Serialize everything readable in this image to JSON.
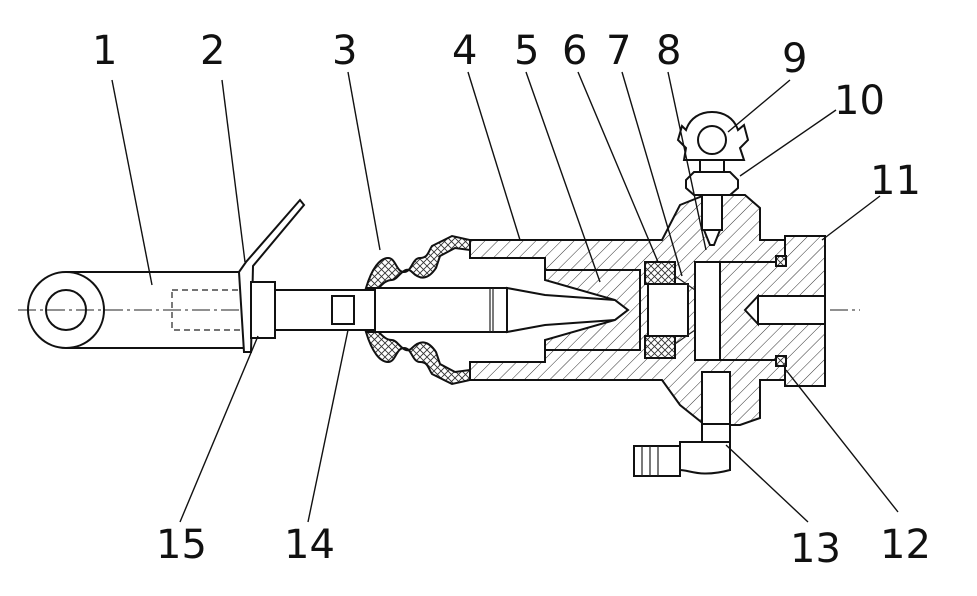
{
  "labels": [
    {
      "id": "1",
      "text": "1"
    },
    {
      "id": "2",
      "text": "2"
    },
    {
      "id": "3",
      "text": "3"
    },
    {
      "id": "4",
      "text": "4"
    },
    {
      "id": "5",
      "text": "5"
    },
    {
      "id": "6",
      "text": "6"
    },
    {
      "id": "7",
      "text": "7"
    },
    {
      "id": "8",
      "text": "8"
    },
    {
      "id": "9",
      "text": "9"
    },
    {
      "id": "10",
      "text": "10"
    },
    {
      "id": "11",
      "text": "11"
    },
    {
      "id": "12",
      "text": "12"
    },
    {
      "id": "13",
      "text": "13"
    },
    {
      "id": "14",
      "text": "14"
    },
    {
      "id": "15",
      "text": "15"
    }
  ],
  "colors": {
    "ink": "#111111",
    "paper": "#ffffff"
  }
}
